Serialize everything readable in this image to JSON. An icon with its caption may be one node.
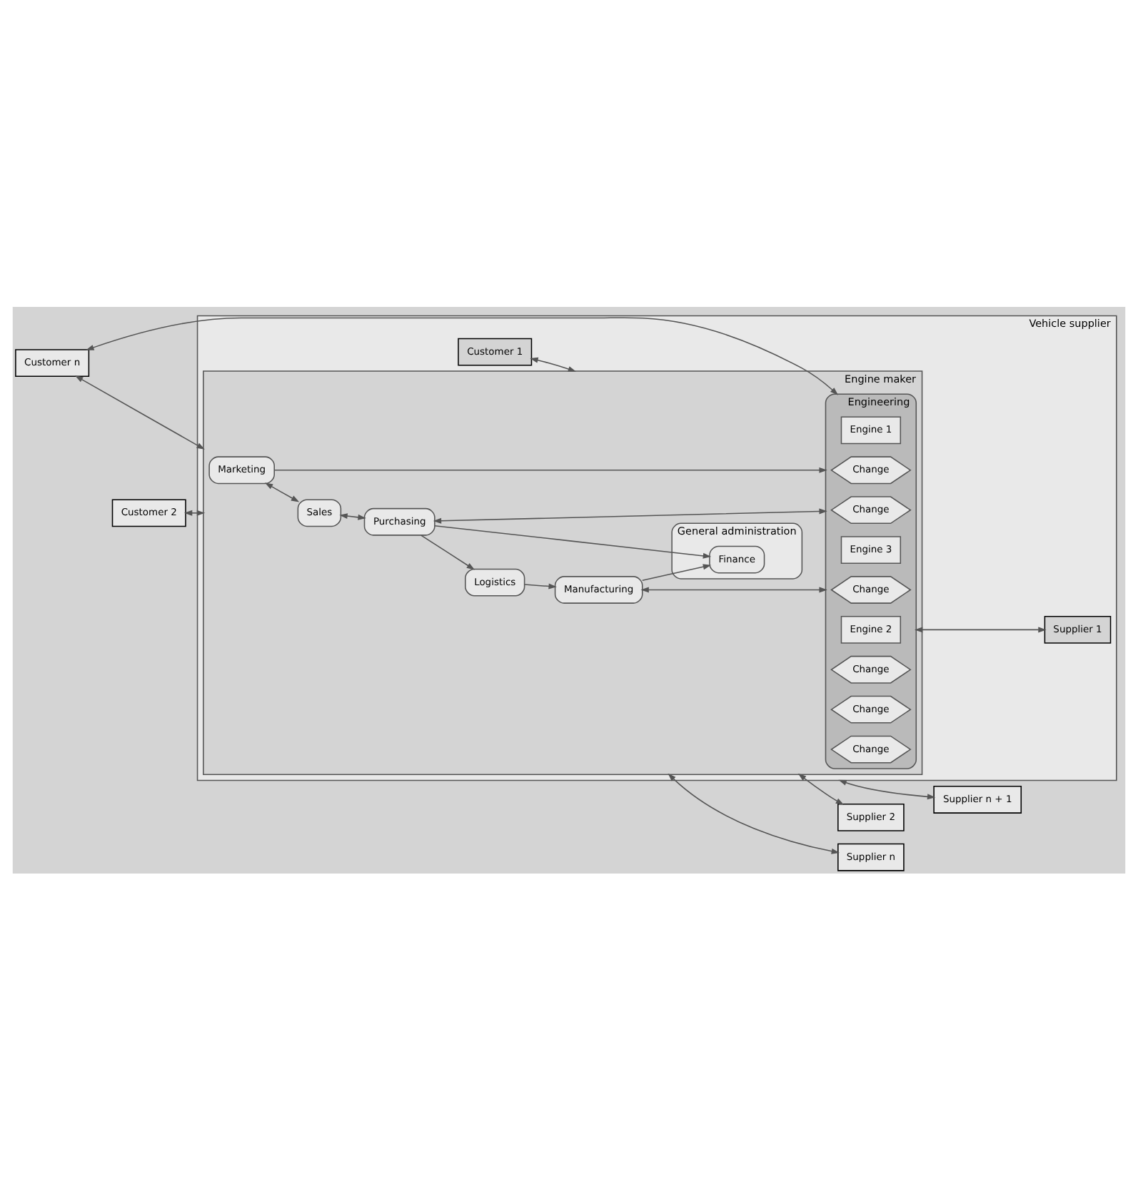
{
  "diagram": {
    "nodes": [
      {
        "text": [
          "Vehicle supplier"
        ]
      },
      {
        "text": [
          "Engine maker"
        ],
        "in": 0
      },
      {
        "text": [
          "General administration"
        ],
        "in": 1
      },
      {
        "text": [
          "Finance"
        ],
        "in": 2
      },
      {
        "text": [
          "Marketing"
        ],
        "in": 1
      },
      {
        "text": [
          "Logistics"
        ],
        "in": 1
      },
      {
        "text": [
          "Sales"
        ],
        "in": 1
      },
      {
        "text": [
          "Purchasing"
        ],
        "in": 1
      },
      {
        "text": [
          "Manufacturing"
        ],
        "in": 1
      },
      {
        "text": [
          "Engineering"
        ],
        "in": 1
      },
      {
        "text": [
          "Change"
        ],
        "in": 9
      },
      {
        "text": [
          "Change"
        ],
        "in": 9
      },
      {
        "text": [
          "Change"
        ],
        "in": 9
      },
      {
        "text": [
          "Engine 3"
        ],
        "in": 9
      },
      {
        "text": [
          "Engine 1"
        ],
        "in": 9
      },
      {
        "text": [
          "Engine 2"
        ],
        "in": 9
      },
      {
        "text": [
          "Change"
        ],
        "in": 9
      },
      {
        "text": [
          "Change"
        ],
        "in": 9
      },
      {
        "text": [
          "Change"
        ],
        "in": 9
      },
      {
        "text": [
          "Customer 1"
        ],
        "in": 0
      },
      {
        "text": [
          "Customer 2"
        ]
      },
      {
        "text": [
          "Customer n"
        ]
      },
      {
        "text": [
          "Supplier n + 1"
        ]
      },
      {
        "text": [
          "Supplier 2"
        ]
      },
      {
        "text": [
          "Supplier n"
        ]
      },
      {
        "text": [
          "Supplier 1"
        ],
        "in": 0
      }
    ],
    "edges": [
      {
        "from": 19,
        "to": 1,
        "arrow": "both"
      },
      {
        "from": 20,
        "to": 1,
        "arrow": "both"
      },
      {
        "from": 21,
        "to": 9,
        "arrow": "both"
      },
      {
        "from": 21,
        "to": 1,
        "arrow": "both"
      },
      {
        "from": 0,
        "to": 22,
        "arrow": "both"
      },
      {
        "from": 1,
        "to": 23,
        "arrow": "both"
      },
      {
        "from": 1,
        "to": 24,
        "arrow": "both"
      },
      {
        "from": 9,
        "to": 25,
        "arrow": "both"
      },
      {
        "from": 4,
        "to": 6,
        "arrow": "both"
      },
      {
        "from": 6,
        "to": 7,
        "arrow": "both"
      },
      {
        "from": 4,
        "to": 9,
        "arrow": "to"
      },
      {
        "from": 7,
        "to": 3,
        "arrow": "to"
      },
      {
        "from": 7,
        "to": 5,
        "arrow": "to"
      },
      {
        "from": 5,
        "to": 8,
        "arrow": "to"
      },
      {
        "from": 8,
        "to": 3,
        "arrow": "to"
      },
      {
        "from": 7,
        "to": 9,
        "arrow": "both"
      },
      {
        "from": 8,
        "to": 9,
        "arrow": "both"
      }
    ]
  }
}
